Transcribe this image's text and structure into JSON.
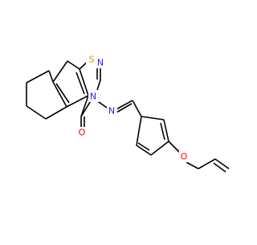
{
  "molecule": {
    "atom_labels": [
      {
        "id": "S",
        "text": "S",
        "color": "#c8a000"
      },
      {
        "id": "N1",
        "text": "N",
        "color": "#2020ff"
      },
      {
        "id": "N3",
        "text": "N",
        "color": "#2020ff"
      },
      {
        "id": "Nimine",
        "text": "N",
        "color": "#2020ff"
      },
      {
        "id": "O4",
        "text": "O",
        "color": "#ff0000"
      },
      {
        "id": "Oether",
        "text": "O",
        "color": "#ff0000"
      }
    ],
    "bond_color": "#000000"
  }
}
